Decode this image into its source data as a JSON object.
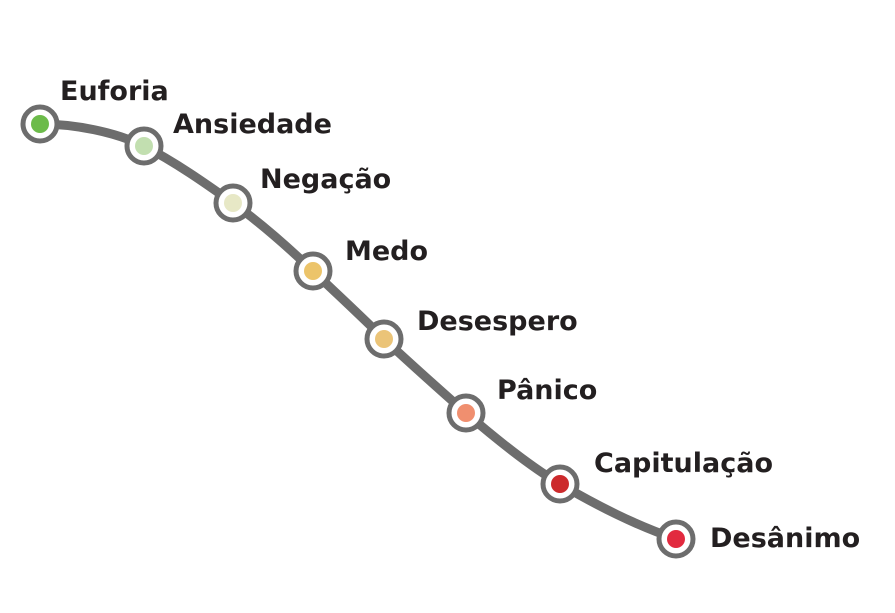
{
  "line_color": "#6d6d6d",
  "marker_ring_color": "#6d6d6d",
  "marker_fill_color": "#ffffff",
  "stages": [
    {
      "label": "Euforia",
      "color": "#6cbb4a"
    },
    {
      "label": "Ansiedade",
      "color": "#c2dfb0"
    },
    {
      "label": "Negação",
      "color": "#e7e8c6"
    },
    {
      "label": "Medo",
      "color": "#ecc46a"
    },
    {
      "label": "Desespero",
      "color": "#ebc478"
    },
    {
      "label": "Pânico",
      "color": "#f08f6f"
    },
    {
      "label": "Capitulação",
      "color": "#cc2a2c"
    },
    {
      "label": "Desânimo",
      "color": "#e22a3f"
    }
  ]
}
